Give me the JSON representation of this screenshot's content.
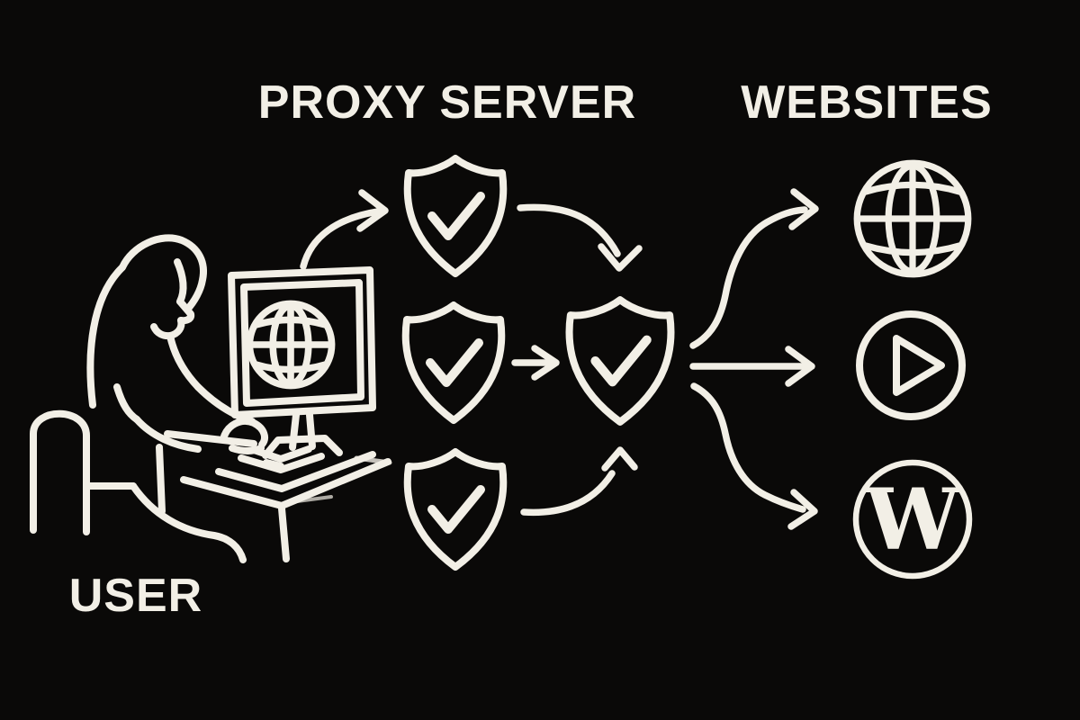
{
  "theme": {
    "bg": "#0a0908",
    "ink": "#f2efe6"
  },
  "labels": {
    "proxy_server": "PROXY SERVER",
    "websites": "WEBSITES",
    "user": "USER"
  },
  "icons": {
    "wikipedia_glyph": "W"
  },
  "diagram": {
    "type": "flow-diagram",
    "style": "white chalk line art on black background",
    "nodes": [
      {
        "id": "user",
        "label": "USER",
        "depicts": "hooded person sitting at a desk typing on a computer whose monitor shows a globe"
      },
      {
        "id": "proxy-server",
        "label": "PROXY SERVER",
        "depicts": "three shield-with-checkmark icons converging into one larger shield-with-checkmark icon"
      },
      {
        "id": "websites",
        "label": "WEBSITES",
        "depicts": "globe icon, video play icon and Wikipedia W icon in circles"
      }
    ],
    "edges": [
      {
        "from": "user-computer",
        "to": "proxy-shield-top"
      },
      {
        "from": "proxy-shield-top",
        "to": "proxy-shield-main"
      },
      {
        "from": "proxy-shield-middle",
        "to": "proxy-shield-main"
      },
      {
        "from": "proxy-shield-bottom",
        "to": "proxy-shield-main"
      },
      {
        "from": "proxy-shield-main",
        "to": "website-globe"
      },
      {
        "from": "proxy-shield-main",
        "to": "website-video-play"
      },
      {
        "from": "proxy-shield-main",
        "to": "website-wikipedia"
      }
    ]
  }
}
